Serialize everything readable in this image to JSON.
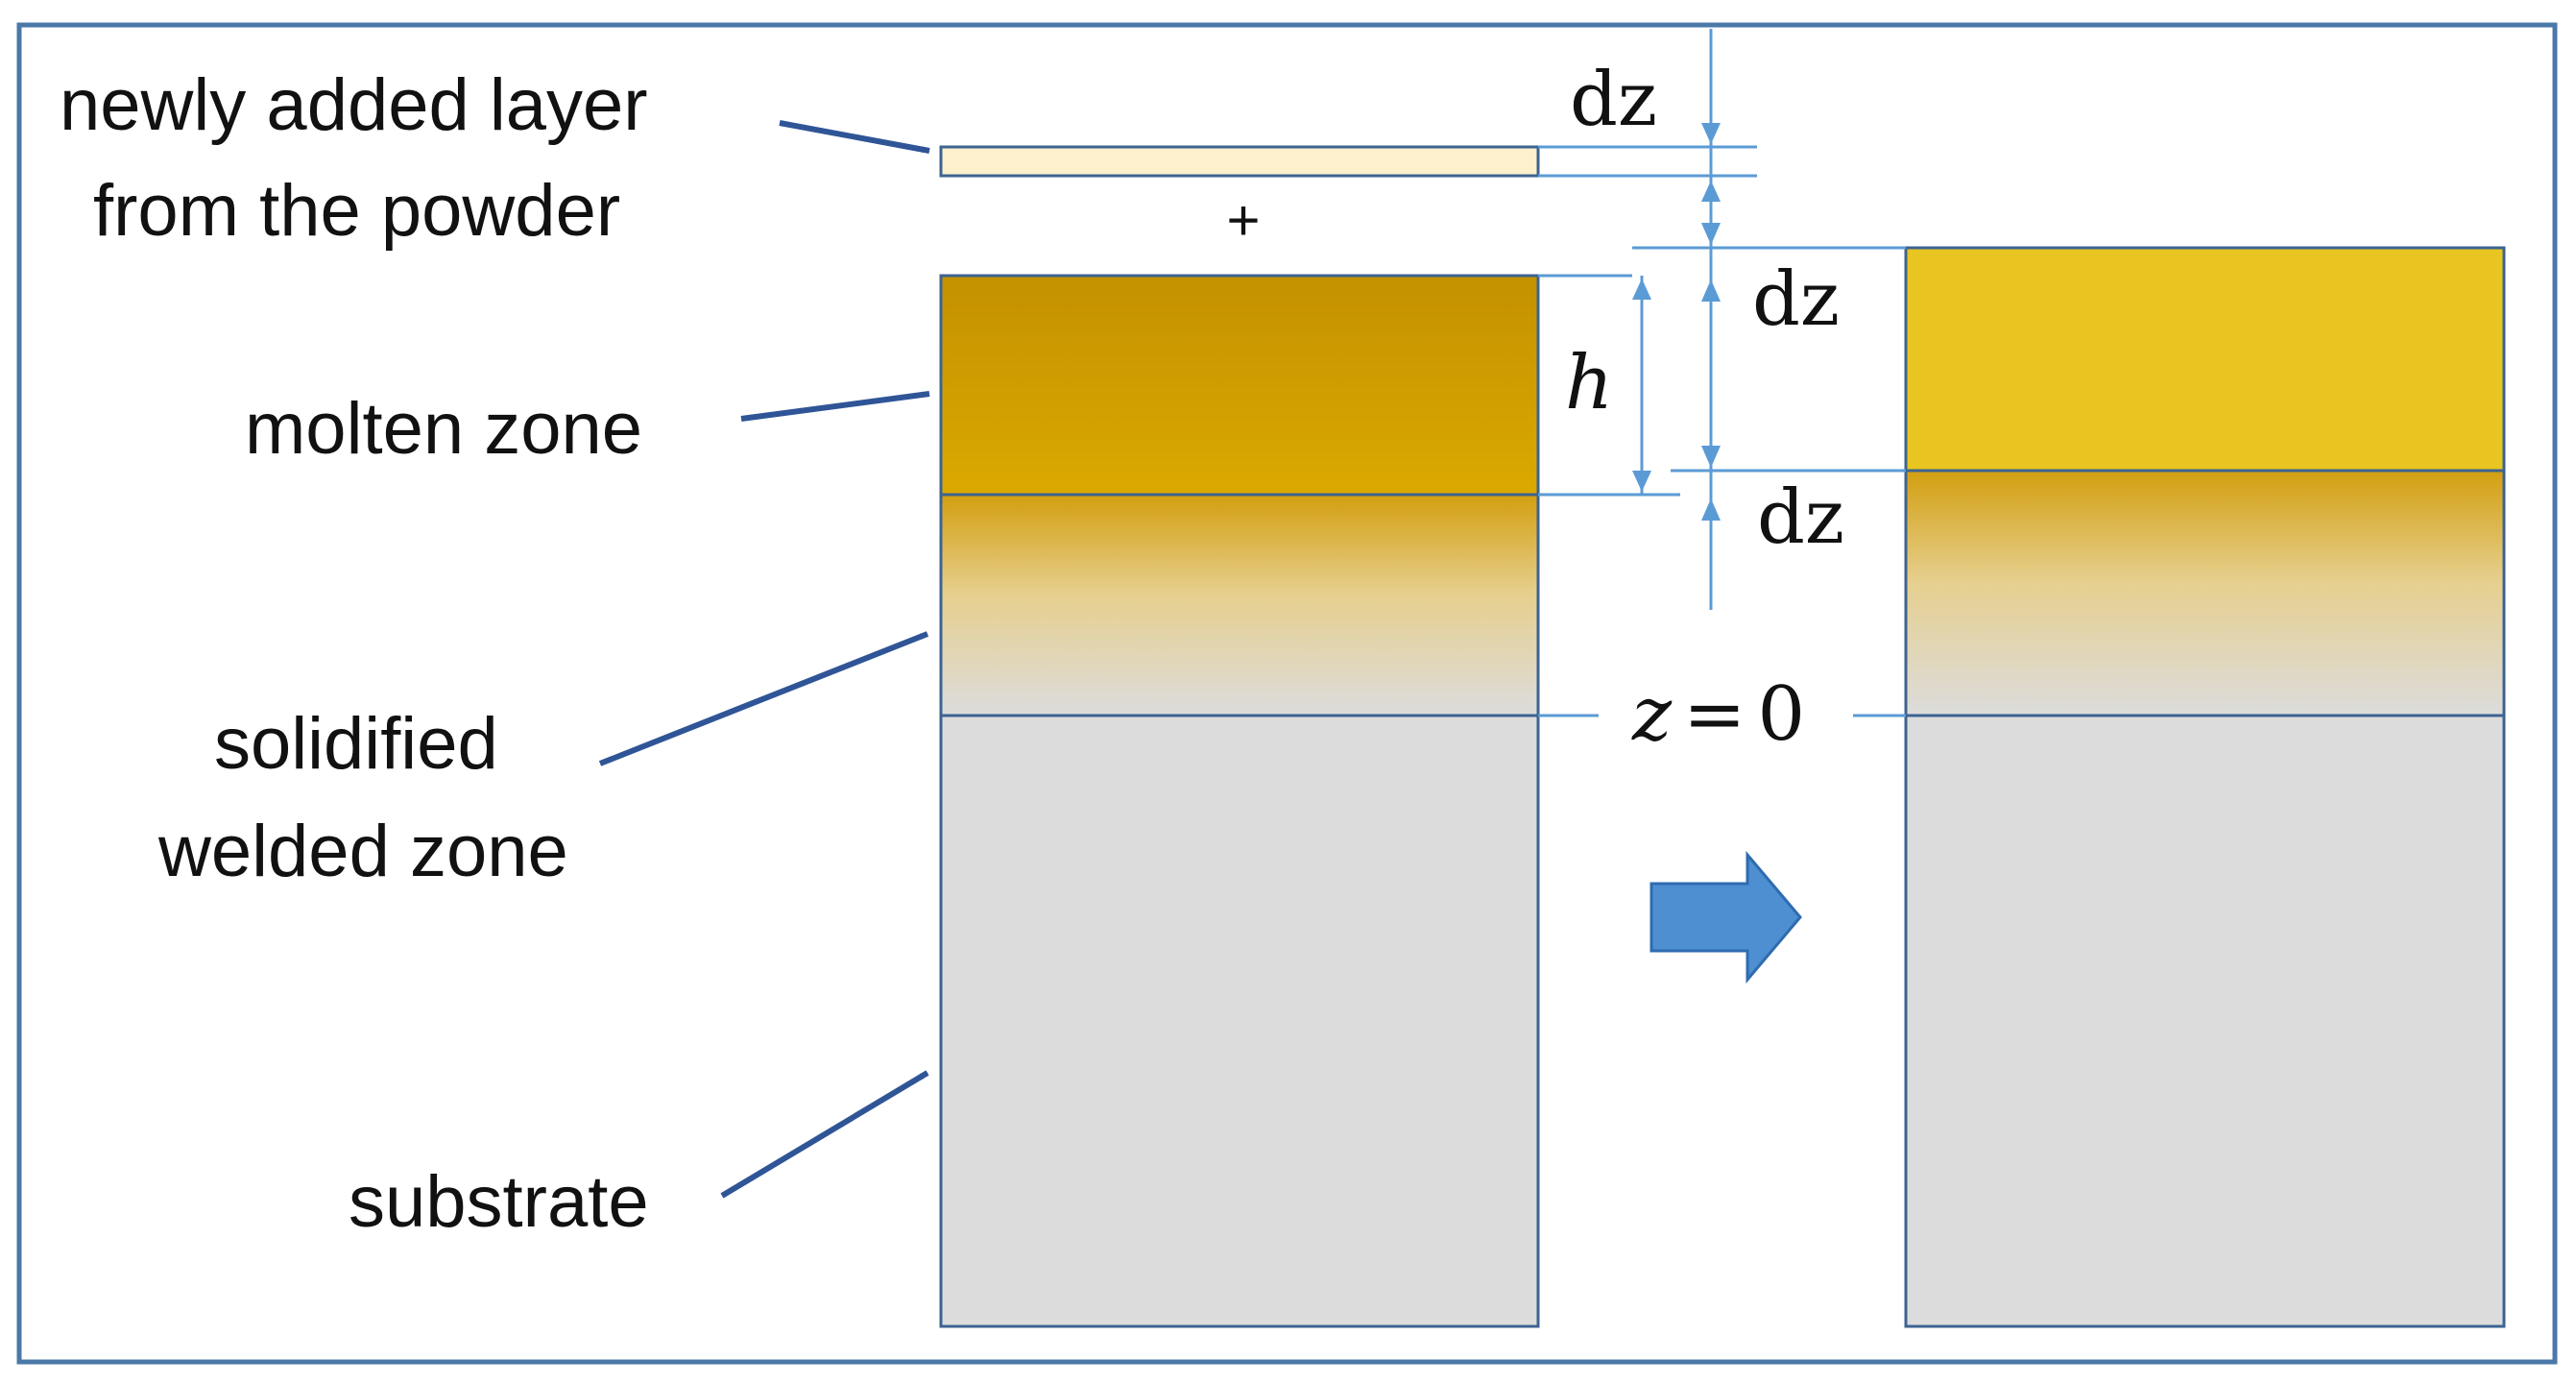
{
  "labels": {
    "new_layer": [
      "newly added layer",
      "from the powder"
    ],
    "molten_zone": "molten zone",
    "solidified": [
      "solidified",
      "welded zone"
    ],
    "substrate": "substrate",
    "plus": "+"
  },
  "dimensions": {
    "dz_top": "dz",
    "dz_mid": "dz",
    "dz_low": "dz",
    "h": "h",
    "z_equals": "z",
    "z_eq_sign": "=",
    "z_zero": "0"
  },
  "colors": {
    "frame": "#4a78a8",
    "box_outline": "#3d6391",
    "dimension_line": "#5b9bd5",
    "pointer_arrow": "#2f5597",
    "new_layer_fill": "#fdf0cc",
    "molten_top": "#c49100",
    "molten_bottom": "#dba900",
    "molten_right": "#e8c520",
    "solidified_top": "#d39f10",
    "substrate_gray": "#dcdcdc",
    "block_arrow": "#4d8fd0"
  },
  "icons": {
    "block_arrow": "right-block-arrow-icon"
  }
}
